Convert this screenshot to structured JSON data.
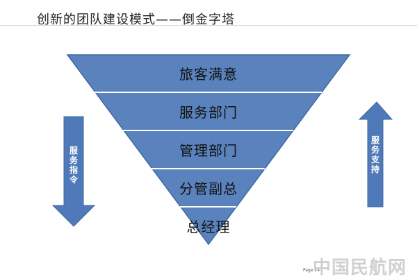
{
  "title": "创新的团队建设模式——倒金字塔",
  "layers": [
    "旅客满意",
    "服务部门",
    "管理部门",
    "分管副总",
    "总经理"
  ],
  "left_arrow": {
    "label": "服务指令",
    "direction": "down"
  },
  "right_arrow": {
    "label": "服务支持",
    "direction": "up"
  },
  "footer_page": "Page 24",
  "watermark": "中国民航网",
  "colors": {
    "fill": "#5a82bc",
    "border": "#3f6aa5",
    "divider": "#ffffff",
    "rule": "#bfdbe6"
  }
}
